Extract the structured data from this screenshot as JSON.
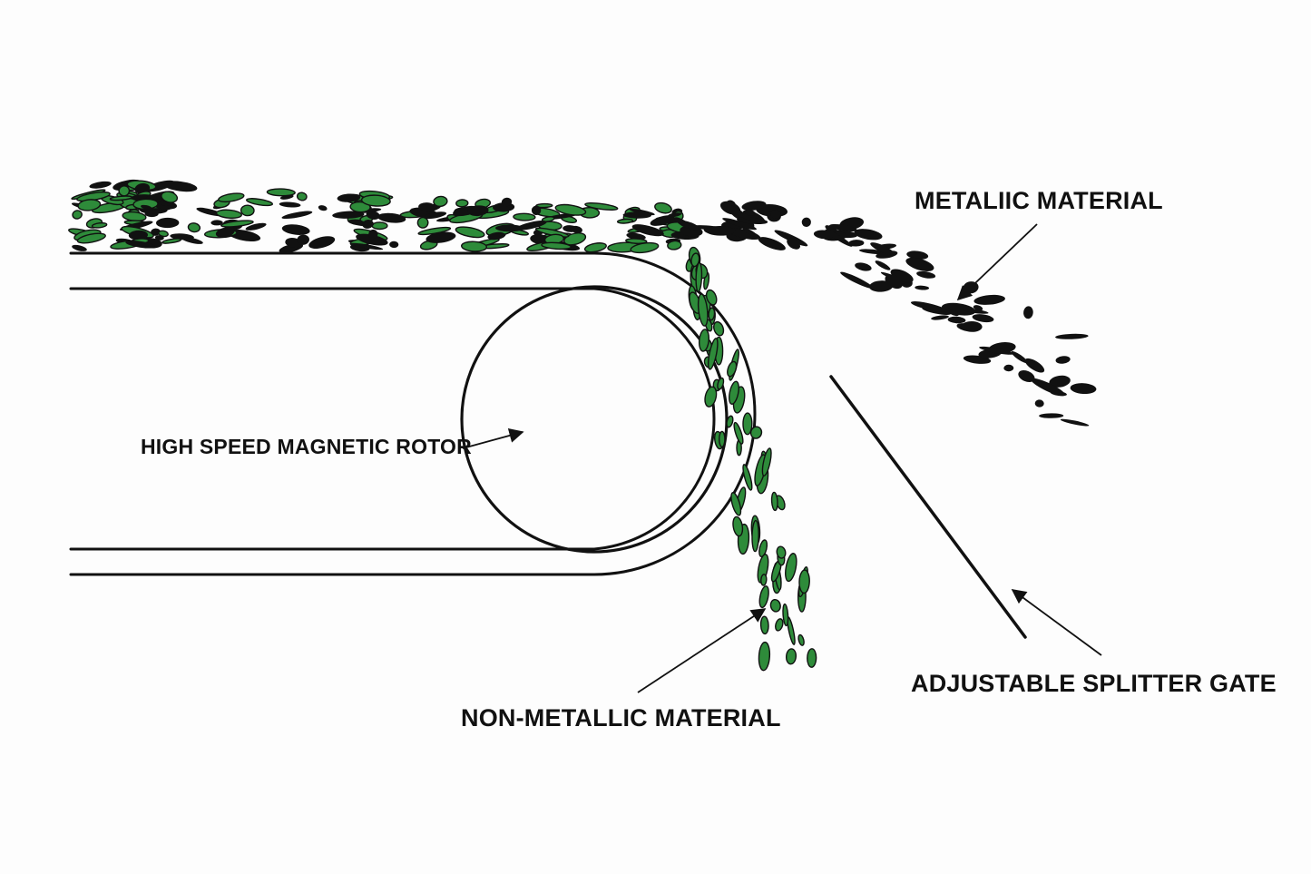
{
  "labels": {
    "metallic": "METALIIC MATERIAL",
    "rotor": "HIGH SPEED MAGNETIC ROTOR",
    "non_metallic": "NON-METALLIC MATERIAL",
    "splitter": "ADJUSTABLE SPLITTER GATE"
  },
  "colors": {
    "ink": "#111111",
    "non_metallic": "#2e8b3a",
    "background": "#fdfdfd"
  }
}
